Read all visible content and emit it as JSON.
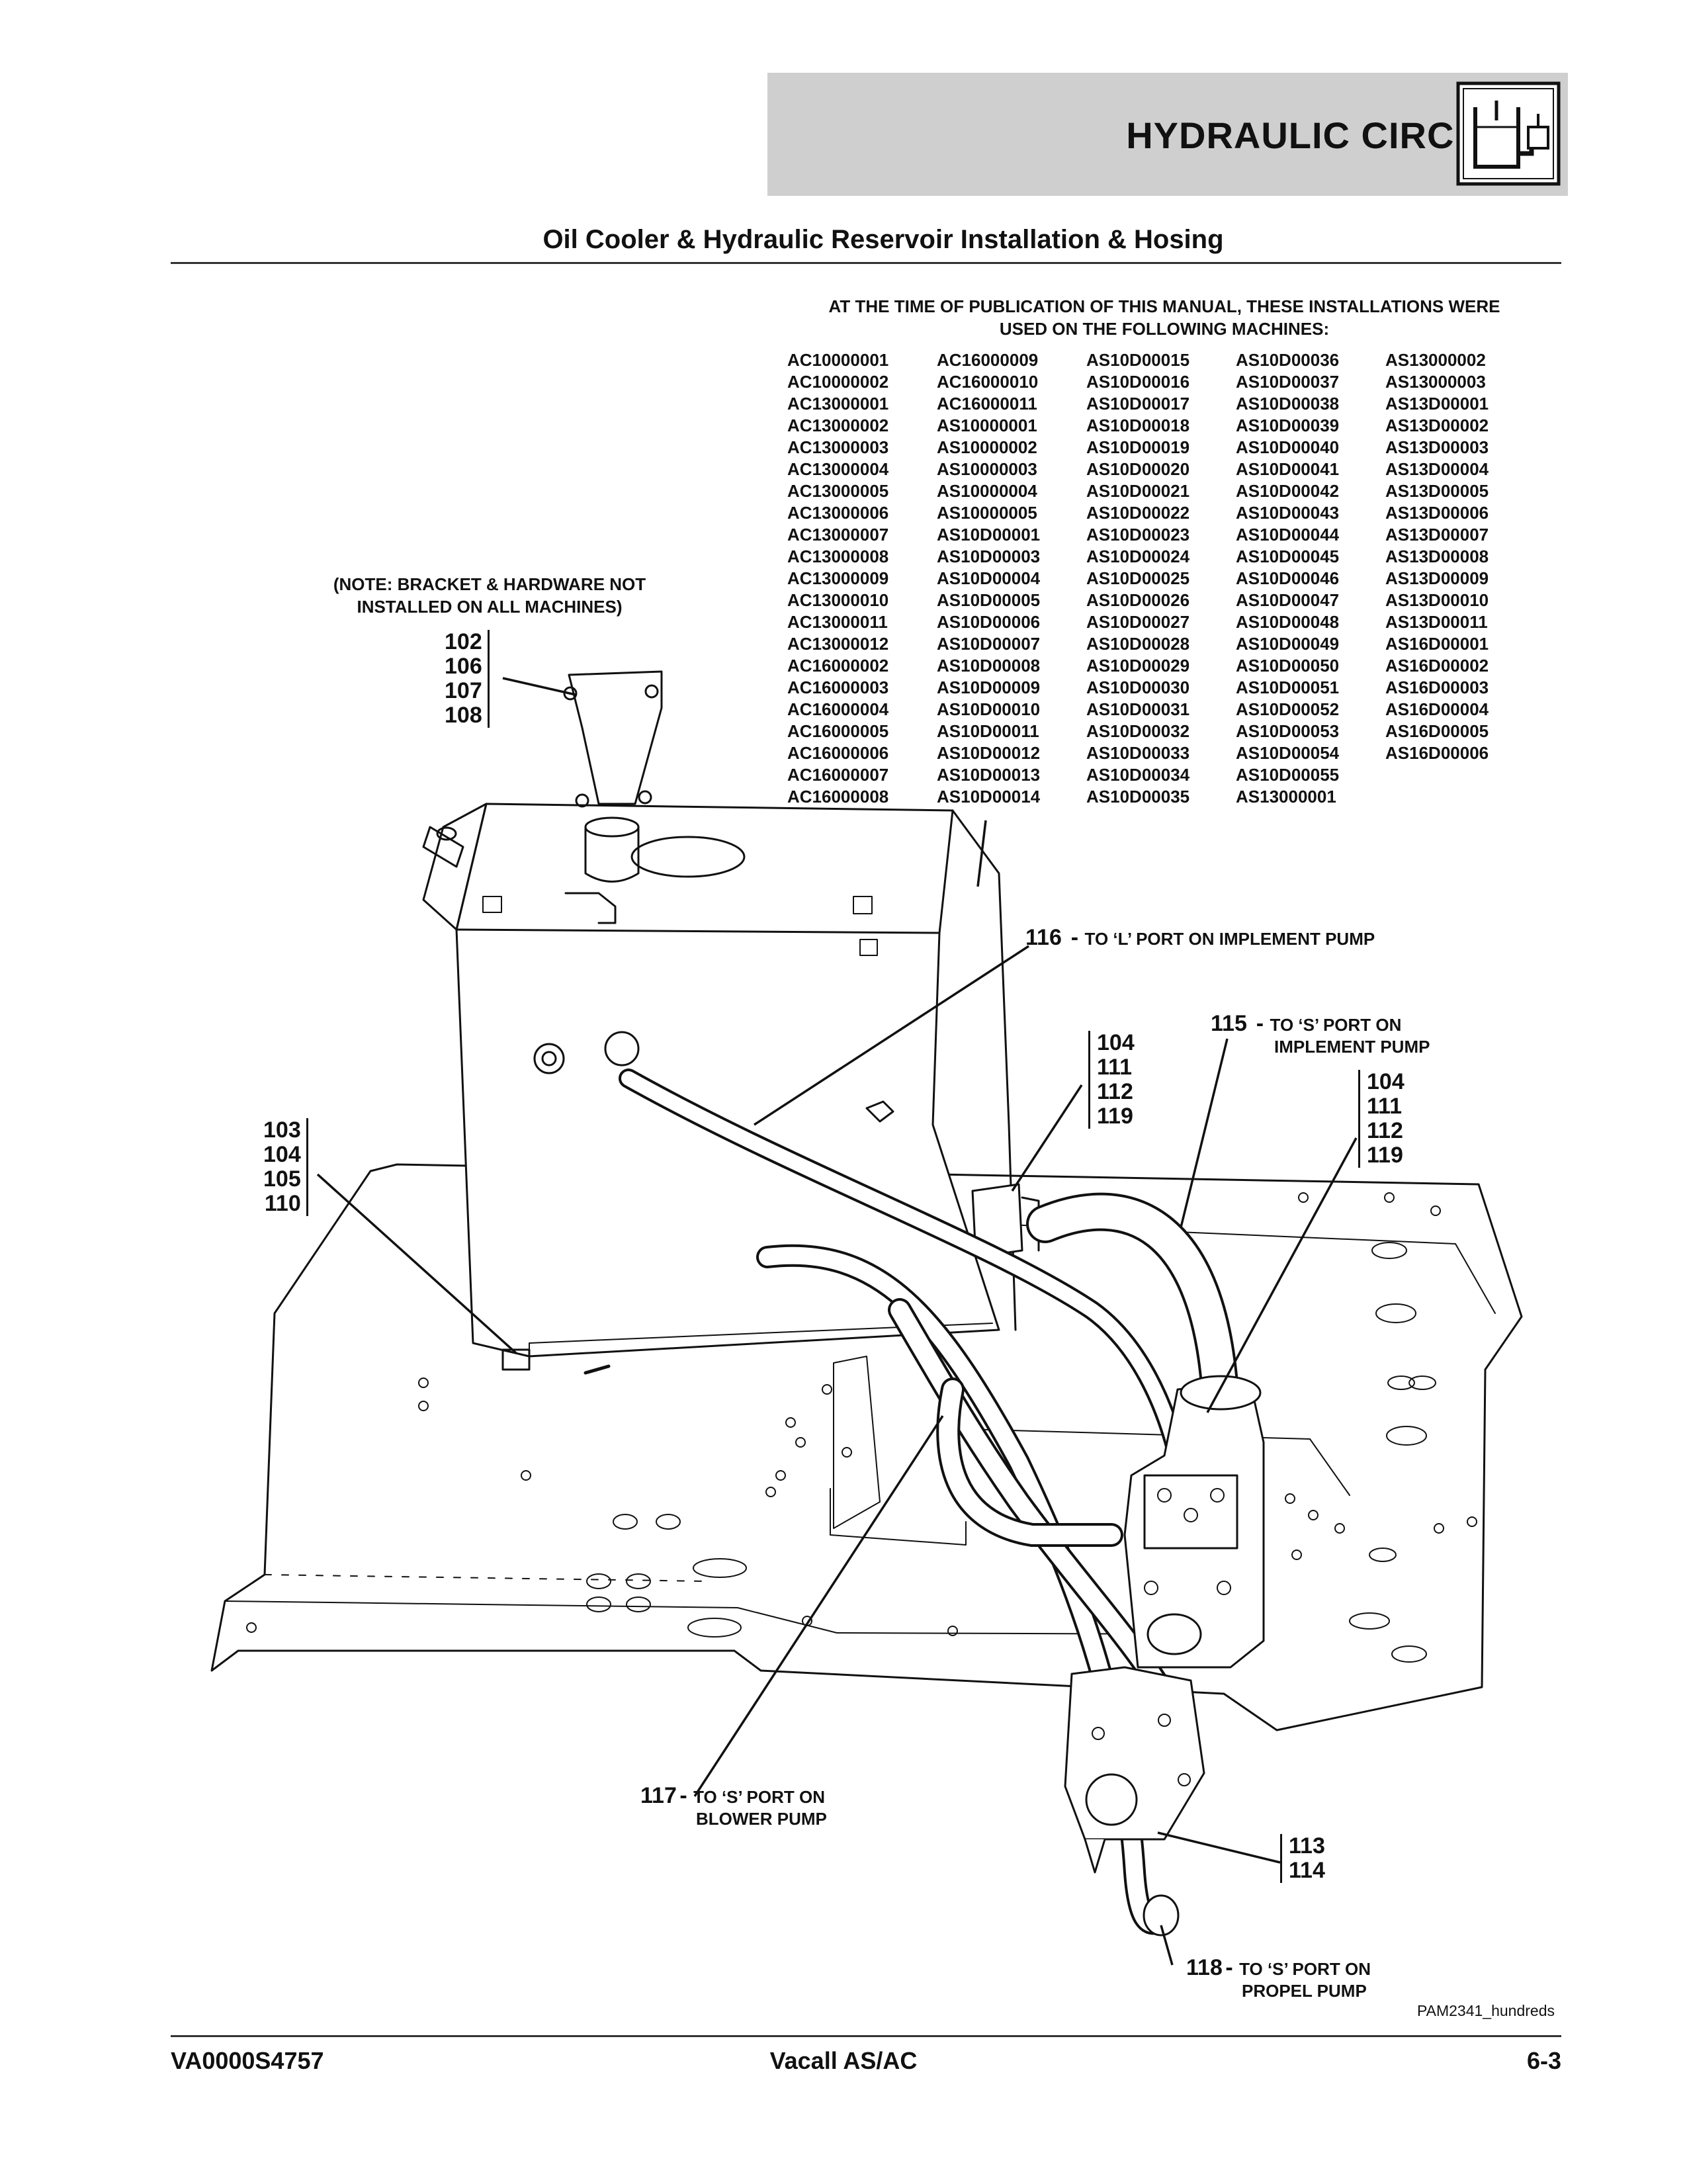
{
  "header": {
    "title": "HYDRAULIC CIRCUITS",
    "icon": "hydraulic-reservoir-icon"
  },
  "page_title": "Oil Cooler & Hydraulic Reservoir Installation & Hosing",
  "publication_note": {
    "line1": "AT THE TIME OF PUBLICATION OF THIS MANUAL, THESE INSTALLATIONS WERE",
    "line2": "USED ON THE FOLLOWING MACHINES:"
  },
  "serial_columns": [
    [
      "AC10000001",
      "AC10000002",
      "AC13000001",
      "AC13000002",
      "AC13000003",
      "AC13000004",
      "AC13000005",
      "AC13000006",
      "AC13000007",
      "AC13000008",
      "AC13000009",
      "AC13000010",
      "AC13000011",
      "AC13000012",
      "AC16000002",
      "AC16000003",
      "AC16000004",
      "AC16000005",
      "AC16000006",
      "AC16000007",
      "AC16000008"
    ],
    [
      "AC16000009",
      "AC16000010",
      "AC16000011",
      "AS10000001",
      "AS10000002",
      "AS10000003",
      "AS10000004",
      "AS10000005",
      "AS10D00001",
      "AS10D00003",
      "AS10D00004",
      "AS10D00005",
      "AS10D00006",
      "AS10D00007",
      "AS10D00008",
      "AS10D00009",
      "AS10D00010",
      "AS10D00011",
      "AS10D00012",
      "AS10D00013",
      "AS10D00014"
    ],
    [
      "AS10D00015",
      "AS10D00016",
      "AS10D00017",
      "AS10D00018",
      "AS10D00019",
      "AS10D00020",
      "AS10D00021",
      "AS10D00022",
      "AS10D00023",
      "AS10D00024",
      "AS10D00025",
      "AS10D00026",
      "AS10D00027",
      "AS10D00028",
      "AS10D00029",
      "AS10D00030",
      "AS10D00031",
      "AS10D00032",
      "AS10D00033",
      "AS10D00034",
      "AS10D00035"
    ],
    [
      "AS10D00036",
      "AS10D00037",
      "AS10D00038",
      "AS10D00039",
      "AS10D00040",
      "AS10D00041",
      "AS10D00042",
      "AS10D00043",
      "AS10D00044",
      "AS10D00045",
      "AS10D00046",
      "AS10D00047",
      "AS10D00048",
      "AS10D00049",
      "AS10D00050",
      "AS10D00051",
      "AS10D00052",
      "AS10D00053",
      "AS10D00054",
      "AS10D00055",
      "AS13000001"
    ],
    [
      "AS13000002",
      "AS13000003",
      "AS13D00001",
      "AS13D00002",
      "AS13D00003",
      "AS13D00004",
      "AS13D00005",
      "AS13D00006",
      "AS13D00007",
      "AS13D00008",
      "AS13D00009",
      "AS13D00010",
      "AS13D00011",
      "AS16D00001",
      "AS16D00002",
      "AS16D00003",
      "AS16D00004",
      "AS16D00005",
      "AS16D00006"
    ]
  ],
  "bracket_note": {
    "line1": "(NOTE: BRACKET & HARDWARE NOT",
    "line2": "INSTALLED ON ALL MACHINES)"
  },
  "callouts": {
    "bracket": [
      "102",
      "106",
      "107",
      "108"
    ],
    "tank_base": [
      "103",
      "104",
      "105",
      "110"
    ],
    "fitting_left": [
      "104",
      "111",
      "112",
      "119"
    ],
    "fitting_right": [
      "104",
      "111",
      "112",
      "119"
    ],
    "propel": [
      "113",
      "114"
    ],
    "c116": {
      "num": "116",
      "text": "TO ‘L’ PORT ON IMPLEMENT PUMP"
    },
    "c115": {
      "num": "115",
      "text1": "TO ‘S’ PORT ON",
      "text2": "IMPLEMENT PUMP"
    },
    "c117": {
      "num": "117",
      "text1": "TO ‘S’ PORT ON",
      "text2": "BLOWER PUMP"
    },
    "c118": {
      "num": "118",
      "text1": "TO ‘S’ PORT ON",
      "text2": "PROPEL PUMP"
    }
  },
  "figure_code": "PAM2341_hundreds",
  "footer": {
    "left": "VA0000S4757",
    "center": "Vacall AS/AC",
    "right": "6-3"
  }
}
